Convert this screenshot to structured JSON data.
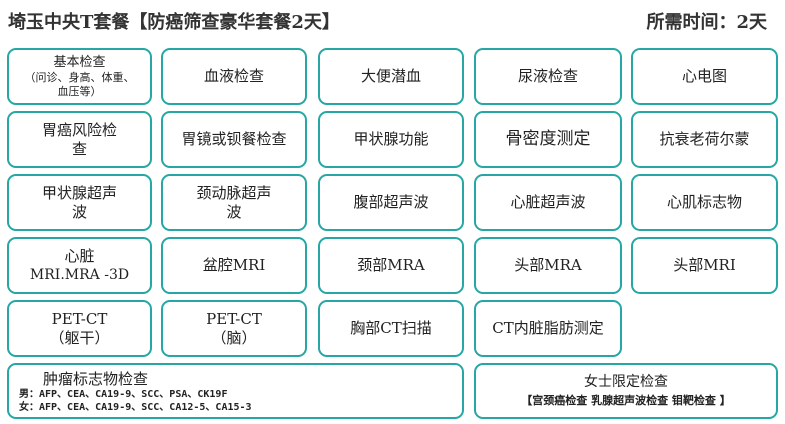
{
  "header": {
    "title": "埼玉中央T套餐【防癌筛查豪华套餐2天】",
    "time": "所需时间：2天"
  },
  "colors": {
    "border": "#27a6a6"
  },
  "cards": {
    "basic_title": "基本检查",
    "basic_sub1": "（问诊、身高、体重、",
    "basic_sub2": "血压等）",
    "blood": "血液检查",
    "stool": "大便潜血",
    "urine": "尿液检查",
    "ecg": "心电图",
    "gastric_risk_1": "胃癌风险检",
    "gastric_risk_2": "查",
    "gastroscope": "胃镜或钡餐检查",
    "thyroid_func": "甲状腺功能",
    "bone": "骨密度测定",
    "amh": "抗衰老荷尔蒙",
    "thyroid_us_1": "甲状腺超声",
    "thyroid_us_2": "波",
    "carotid_us_1": "颈动脉超声",
    "carotid_us_2": "波",
    "abdominal_us": "腹部超声波",
    "heart_us": "心脏超声波",
    "myocardial": "心肌标志物",
    "heart_mri_1": "心脏",
    "heart_mri_2": "MRI.MRA -3D",
    "pelvic_mri": "盆腔MRI",
    "neck_mra": "颈部MRA",
    "head_mra": "头部MRA",
    "head_mri": "头部MRI",
    "petct_body_1": "PET-CT",
    "petct_body_2": "（躯干）",
    "petct_brain_1": "PET-CT",
    "petct_brain_2": "（脑）",
    "chest_ct": "胸部CT扫描",
    "ct_fat": "CT内脏脂肪测定",
    "tumor_title": "肿瘤标志物检查",
    "tumor_male": "男：AFP、CEA、CA19-9、SCC、PSA、CK19F",
    "tumor_female": "女：AFP、CEA、CA19-9、SCC、CA12-5、CA15-3",
    "women_title": "女士限定检查",
    "women_sub": "【宫颈癌检查  乳腺超声波检查  钼靶检查 】"
  }
}
